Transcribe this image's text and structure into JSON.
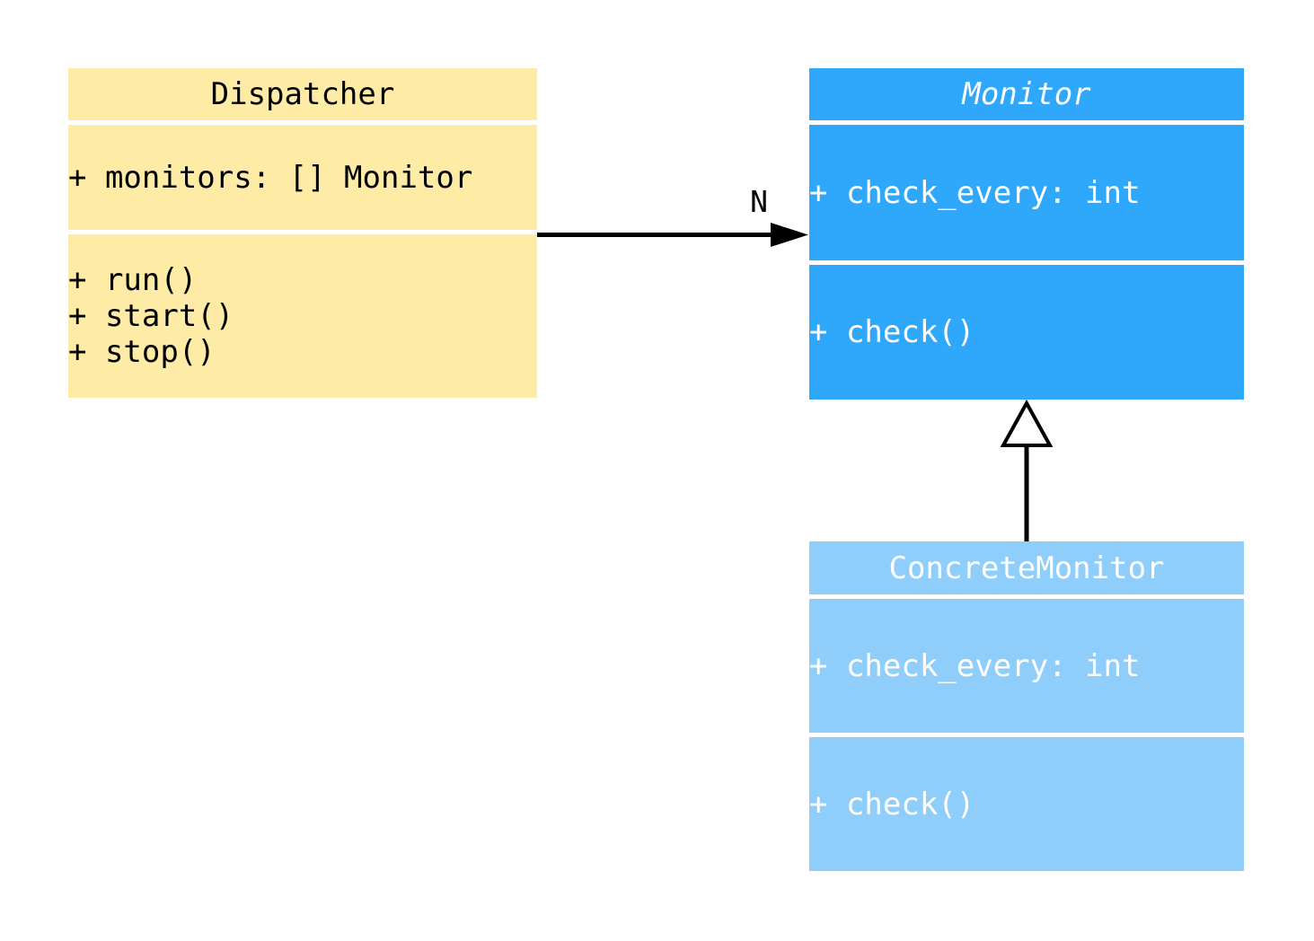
{
  "diagram": {
    "type": "uml-class-diagram",
    "classes": [
      {
        "name": "Dispatcher",
        "abstract": false,
        "attributes": [
          "+ monitors: [] Monitor"
        ],
        "methods": [
          "+ run()",
          "+ start()",
          "+ stop()"
        ],
        "colors": {
          "bg": "#FDEBA6",
          "text": "#000000"
        }
      },
      {
        "name": "Monitor",
        "abstract": true,
        "attributes": [
          "+ check_every: int"
        ],
        "methods": [
          "+ check()"
        ],
        "colors": {
          "bg": "#2FA7FA",
          "text": "#FFFFFF"
        }
      },
      {
        "name": "ConcreteMonitor",
        "abstract": false,
        "attributes": [
          "+ check_every: int"
        ],
        "methods": [
          "+ check()"
        ],
        "colors": {
          "bg": "#8FCEFB",
          "text": "#FFFFFF"
        }
      }
    ],
    "relations": [
      {
        "type": "association",
        "from": "Dispatcher",
        "to": "Monitor",
        "label": "N",
        "color": "#000000"
      },
      {
        "type": "inheritance",
        "from": "ConcreteMonitor",
        "to": "Monitor",
        "label": "",
        "color": "#000000"
      }
    ]
  }
}
